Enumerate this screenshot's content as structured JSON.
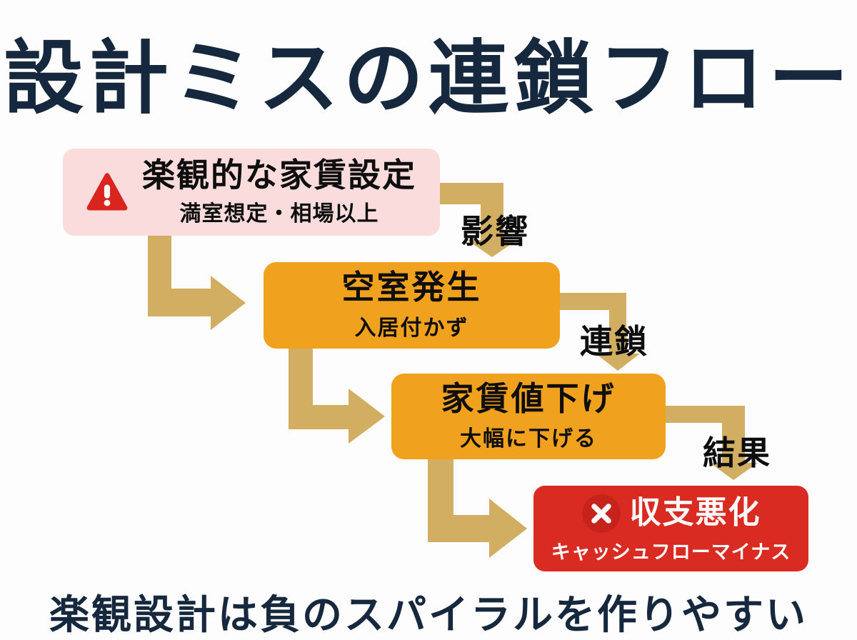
{
  "page": {
    "title": "設計ミスの連鎖フロー",
    "footer": "楽観設計は負のスパイラルを作りやすい"
  },
  "flow": {
    "nodes": [
      {
        "id": "optimistic-rent",
        "title": "楽観的な家賃設定",
        "subtitle": "満室想定・相場以上",
        "icon": "warning-triangle-icon",
        "bg": "#fadcdc",
        "text_color": "#0e0e0e"
      },
      {
        "id": "vacancy",
        "title": "空室発生",
        "subtitle": "入居付かず",
        "icon": "",
        "bg": "#f0a11e",
        "text_color": "#0e0e0e"
      },
      {
        "id": "rent-cut",
        "title": "家賃値下げ",
        "subtitle": "大幅に下げる",
        "icon": "",
        "bg": "#f0a11e",
        "text_color": "#0e0e0e"
      },
      {
        "id": "deficit",
        "title": "収支悪化",
        "subtitle": "キャッシュフローマイナス",
        "icon": "x-circle-icon",
        "bg": "#d92b22",
        "text_color": "#ffffff"
      }
    ],
    "edge_labels": {
      "impact": "影響",
      "chain": "連鎖",
      "result": "結果"
    }
  },
  "colors": {
    "background": "#fdfdfd",
    "title_text": "#16283e",
    "footer_text": "#16283e",
    "warning_node_bg": "#fadcdc",
    "orange_node_bg": "#f0a11e",
    "result_node_bg": "#d92b22",
    "arrow": "#d2ae62",
    "edge_label_text": "#0d0d0d",
    "warning_icon_red": "#d9251d",
    "x_circle_red": "#c7231c"
  }
}
